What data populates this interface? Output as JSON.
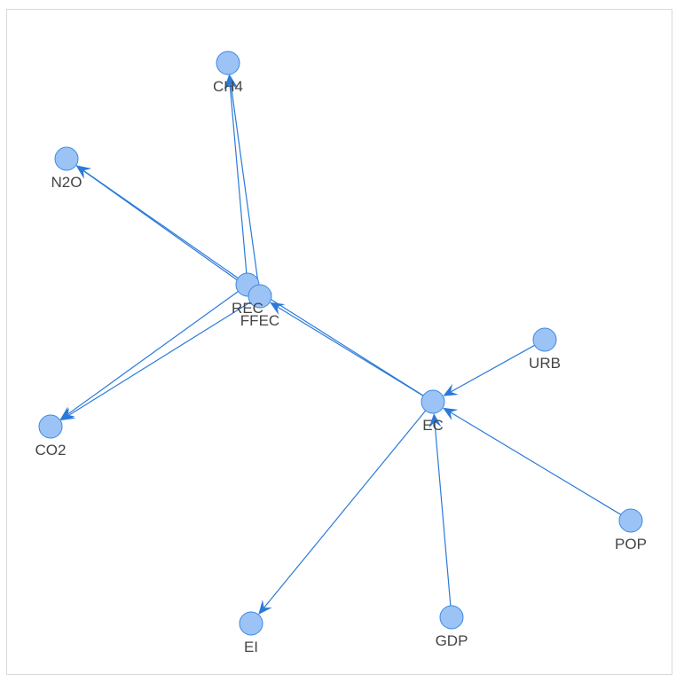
{
  "graph": {
    "nodes": [
      {
        "id": "CH4",
        "label": "CH4"
      },
      {
        "id": "N2O",
        "label": "N2O"
      },
      {
        "id": "REC",
        "label": "REC"
      },
      {
        "id": "FFEC",
        "label": "FFEC"
      },
      {
        "id": "CO2",
        "label": "CO2"
      },
      {
        "id": "URB",
        "label": "URB"
      },
      {
        "id": "EC",
        "label": "EC"
      },
      {
        "id": "POP",
        "label": "POP"
      },
      {
        "id": "EI",
        "label": "EI"
      },
      {
        "id": "GDP",
        "label": "GDP"
      }
    ],
    "edges": [
      {
        "from": "REC",
        "to": "CH4"
      },
      {
        "from": "FFEC",
        "to": "CH4"
      },
      {
        "from": "REC",
        "to": "N2O"
      },
      {
        "from": "FFEC",
        "to": "N2O"
      },
      {
        "from": "REC",
        "to": "CO2"
      },
      {
        "from": "FFEC",
        "to": "CO2"
      },
      {
        "from": "EC",
        "to": "REC"
      },
      {
        "from": "EC",
        "to": "FFEC"
      },
      {
        "from": "URB",
        "to": "EC"
      },
      {
        "from": "POP",
        "to": "EC"
      },
      {
        "from": "GDP",
        "to": "EC"
      },
      {
        "from": "EC",
        "to": "EI"
      }
    ],
    "colors": {
      "edge": "#2a7ad9",
      "node_fill": "#9cc3f5",
      "node_stroke": "#3d87e0",
      "label": "#444444"
    }
  }
}
